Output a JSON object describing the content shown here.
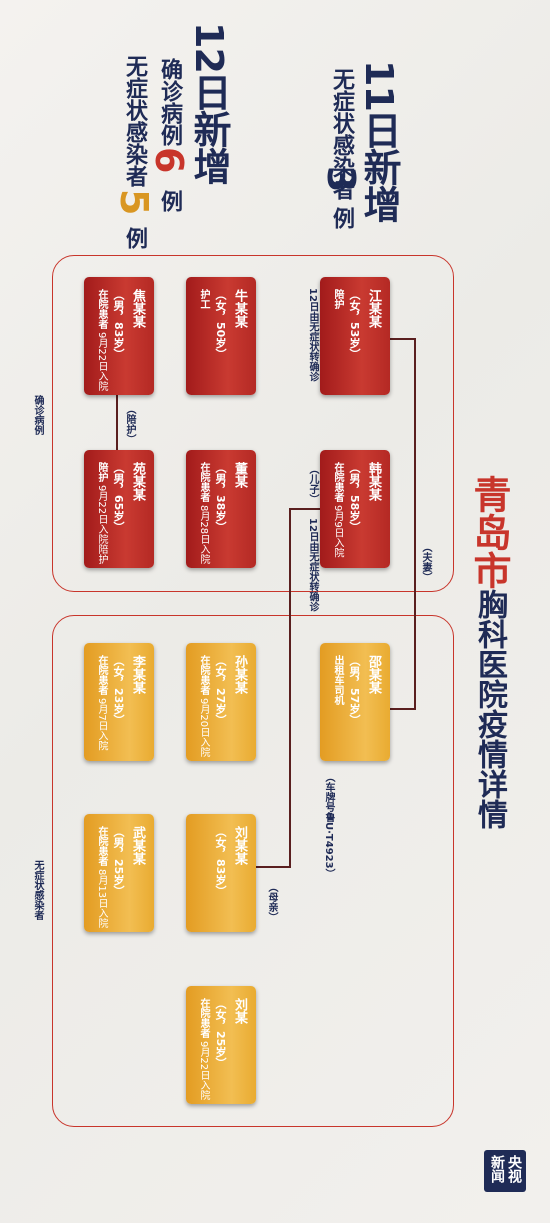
{
  "header": {
    "day11_line1": "11日新增",
    "day11_type": "无症状感染者",
    "day11_num": "3",
    "day11_unit": "例",
    "day12_line1": "12日新增",
    "day12_confirmed_label": "确诊病例",
    "day12_confirmed_num": "6",
    "day12_unit1": "例",
    "day12_asym_label": "无症状感染者",
    "day12_asym_num": "5",
    "day12_unit2": "例"
  },
  "title": {
    "city": "青岛市",
    "rest": "胸科医院疫情详情"
  },
  "sections": {
    "confirmed_label": "确诊病例",
    "asym_label": "无症状感染者"
  },
  "confirmed_cards": [
    {
      "name": "江某某",
      "age": "（女，53岁）",
      "status": "陪护",
      "date": ""
    },
    {
      "name": "牛某某",
      "age": "（女，50岁）",
      "status": "护工",
      "date": ""
    },
    {
      "name": "焦某某",
      "age": "（男，83岁）",
      "status": "在院患者",
      "date": "9月22日入院"
    },
    {
      "name": "韩某某",
      "age": "（男，58岁）",
      "status": "在院患者",
      "date": "9月9日入院"
    },
    {
      "name": "董某",
      "age": "（男，38岁）",
      "status": "在院患者",
      "date": "8月28日入院"
    },
    {
      "name": "苑某某",
      "age": "（男，65岁）",
      "status": "陪护",
      "date": "9月22日入院陪护"
    }
  ],
  "asym_cards": [
    {
      "name": "邵某某",
      "age": "（男，57岁）",
      "status": "出租车司机",
      "date": ""
    },
    {
      "name": "孙某某",
      "age": "（女，27岁）",
      "status": "在院患者",
      "date": "9月20日入院"
    },
    {
      "name": "李某某",
      "age": "（女，23岁）",
      "status": "在院患者",
      "date": "9月7日入院"
    },
    {
      "name": "刘某某",
      "age": "（女，83岁）",
      "status": "",
      "date": ""
    },
    {
      "name": "武某某",
      "age": "（男，25岁）",
      "status": "在院患者",
      "date": "8月13日入院"
    },
    {
      "name": "刘某",
      "age": "（女，25岁）",
      "status": "在院患者",
      "date": "9月22日入院"
    }
  ],
  "relations": {
    "spouse": "（夫妻）",
    "son": "（儿子）",
    "caregiver": "（陪护）",
    "mother": "（母亲）",
    "plate": "（车牌号鲁U·T4923）"
  },
  "notes": {
    "converted1": "12日由无症状转确诊",
    "converted2": "12日由无症状转确诊"
  },
  "logo": {
    "line1": "央视",
    "line2": "新闻"
  }
}
